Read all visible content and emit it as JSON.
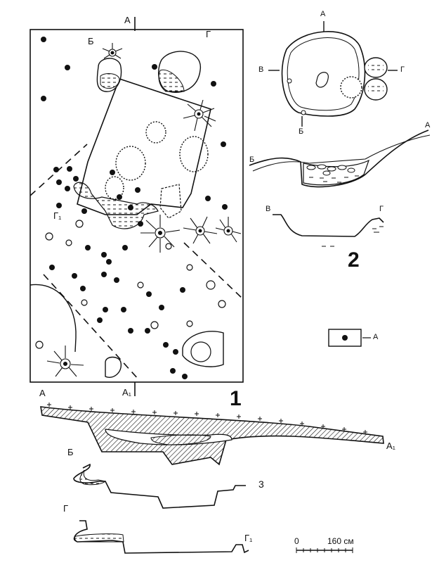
{
  "figure_numbers": {
    "plan": "1",
    "dwelling": "2",
    "sections": "3"
  },
  "plan_labels": {
    "A": "А",
    "A1": "А₁",
    "B": "Б",
    "G": "Г",
    "G1": "Г₁"
  },
  "dwelling_labels": {
    "A_top": "А",
    "B_bottom": "Б",
    "V": "В",
    "G": "Г",
    "profile_A": "А",
    "profile_B": "Б",
    "profile_V": "В",
    "profile_G": "Г"
  },
  "legend": {
    "label": "А"
  },
  "section_labels": {
    "A": "А",
    "A1": "А₁",
    "B": "Б",
    "G": "Г",
    "G1": "Г₁"
  },
  "scale": {
    "zero": "0",
    "value": "160 см"
  }
}
